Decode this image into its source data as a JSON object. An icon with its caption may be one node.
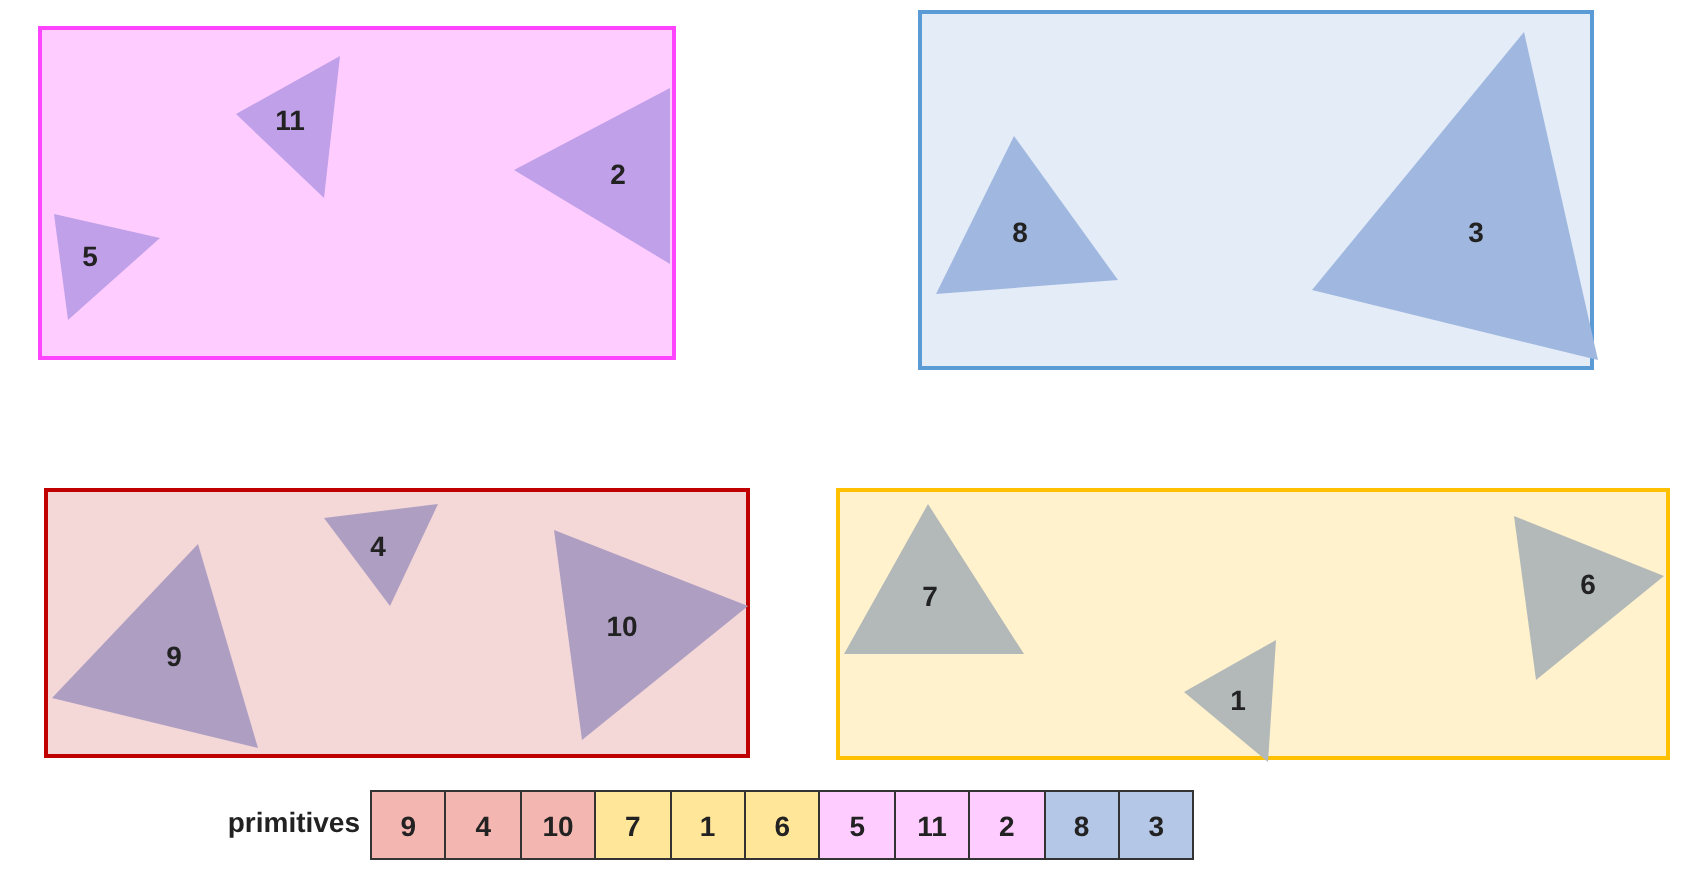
{
  "diagram": {
    "nodes": [
      {
        "text": [],
        "shape": "box"
      },
      {
        "text": [
          "11"
        ],
        "in": 0
      },
      {
        "text": [
          "2"
        ],
        "in": 0
      },
      {
        "text": [
          "5"
        ],
        "in": 0
      },
      {
        "text": [],
        "shape": "box"
      },
      {
        "text": [
          "8"
        ],
        "in": 4
      },
      {
        "text": [
          "3"
        ],
        "in": 4
      },
      {
        "text": [],
        "shape": "box"
      },
      {
        "text": [
          "4"
        ],
        "in": 7
      },
      {
        "text": [
          "9"
        ],
        "in": 7
      },
      {
        "text": [
          "10"
        ],
        "in": 7
      },
      {
        "text": [],
        "shape": "box"
      },
      {
        "text": [
          "7"
        ],
        "in": 11
      },
      {
        "text": [
          "6"
        ],
        "in": 11
      },
      {
        "text": [
          "1"
        ],
        "in": 11
      },
      {
        "text": [
          "9"
        ]
      },
      {
        "text": [
          "4"
        ]
      },
      {
        "text": [
          "10"
        ]
      },
      {
        "text": [
          "7"
        ]
      },
      {
        "text": [
          "1"
        ]
      },
      {
        "text": [
          "6"
        ]
      },
      {
        "text": [
          "5"
        ]
      },
      {
        "text": [
          "11"
        ]
      },
      {
        "text": [
          "2"
        ]
      },
      {
        "text": [
          "8"
        ]
      },
      {
        "text": [
          "3"
        ]
      }
    ],
    "labels": [
      "primitives"
    ]
  }
}
